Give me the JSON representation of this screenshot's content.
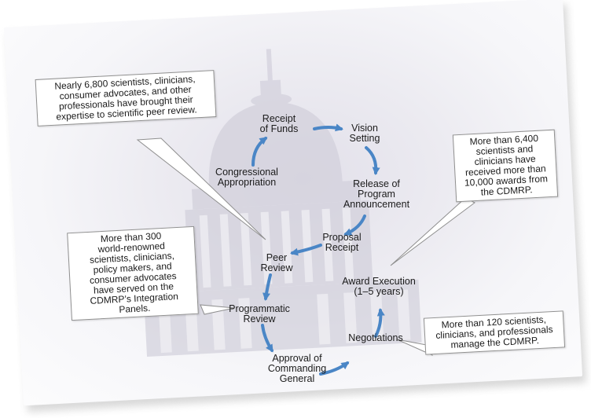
{
  "accent_color": "#4a86c6",
  "cycle_steps": [
    {
      "id": "receipt-of-funds",
      "label": "Receipt\nof Funds"
    },
    {
      "id": "vision-setting",
      "label": "Vision\nSetting"
    },
    {
      "id": "release-of-program-announcement",
      "label": "Release of\nProgram\nAnnouncement"
    },
    {
      "id": "proposal-receipt",
      "label": "Proposal\nReceipt"
    },
    {
      "id": "peer-review",
      "label": "Peer\nReview"
    },
    {
      "id": "programmatic-review",
      "label": "Programmatic\nReview"
    },
    {
      "id": "approval-of-commanding-general",
      "label": "Approval of\nCommanding\nGeneral"
    },
    {
      "id": "negotiations",
      "label": "Negotiations"
    },
    {
      "id": "award-execution",
      "label": "Award Execution\n(1–5 years)"
    },
    {
      "id": "congressional-appropriation",
      "label": "Congressional\nAppropriation"
    }
  ],
  "callouts": {
    "peer_review_reviewers": "Nearly 6,800 scientists, clinicians,\nconsumer advocates, and other\nprofessionals have brought their\nexpertise to scientific peer review.",
    "awards_received": "More than 6,400\nscientists and\nclinicians have\nreceived more than\n10,000 awards from\nthe CDMRP.",
    "integration_panels": "More than 300\nworld-renowned\nscientists, clinicians,\npolicy makers, and\nconsumer advocates\nhave served on the\nCDMRP’s Integration\nPanels.",
    "management": "More than 120 scientists,\nclinicians, and professionals\nmanage the CDMRP."
  }
}
